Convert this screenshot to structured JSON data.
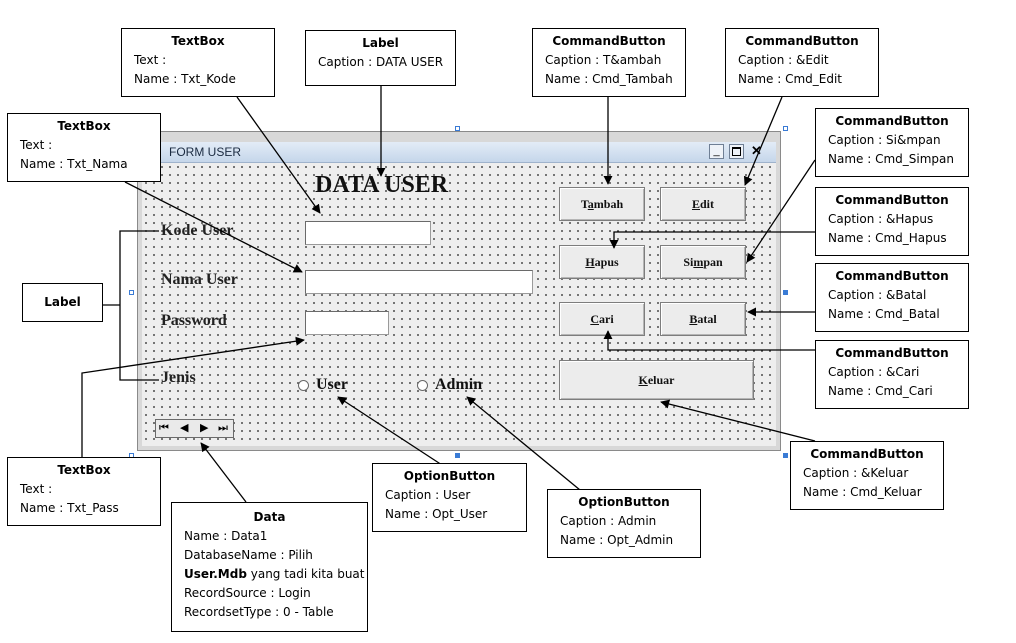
{
  "form": {
    "title": "FORM USER",
    "heading": "DATA USER",
    "labels": {
      "kode": "Kode User",
      "nama": "Nama User",
      "password": "Password",
      "jenis": "Jenis"
    },
    "buttons": {
      "tambah": "Tambah",
      "edit": "Edit",
      "hapus": "Hapus",
      "simpan": "Simpan",
      "cari": "Cari",
      "batal": "Batal",
      "keluar": "Keluar"
    },
    "options": {
      "user": "User",
      "admin": "Admin"
    },
    "window_buttons": {
      "minimize": "_",
      "close": "✕"
    }
  },
  "callouts": {
    "txt_kode": {
      "type": "TextBox",
      "line1": "Text :",
      "line2": "Name : Txt_Kode"
    },
    "lbl_title": {
      "type": "Label",
      "line1": "Caption : DATA USER"
    },
    "cmd_tambah": {
      "type": "CommandButton",
      "line1": "Caption : T&ambah",
      "line2": "Name  : Cmd_Tambah"
    },
    "cmd_edit": {
      "type": "CommandButton",
      "line1": "Caption : &Edit",
      "line2": "Name  : Cmd_Edit"
    },
    "txt_nama": {
      "type": "TextBox",
      "line1": "Text :",
      "line2": "Name : Txt_Nama"
    },
    "cmd_simpan": {
      "type": "CommandButton",
      "line1": "Caption : Si&mpan",
      "line2": "Name  : Cmd_Simpan"
    },
    "cmd_hapus": {
      "type": "CommandButton",
      "line1": "Caption : &Hapus",
      "line2": "Name  : Cmd_Hapus"
    },
    "lbl_group": {
      "type": "Label"
    },
    "cmd_batal": {
      "type": "CommandButton",
      "line1": "Caption : &Batal",
      "line2": "Name  : Cmd_Batal"
    },
    "cmd_cari": {
      "type": "CommandButton",
      "line1": "Caption : &Cari",
      "line2": "Name  : Cmd_Cari"
    },
    "cmd_keluar": {
      "type": "CommandButton",
      "line1": "Caption : &Keluar",
      "line2": "Name  : Cmd_Keluar"
    },
    "txt_pass": {
      "type": "TextBox",
      "line1": "Text :",
      "line2": "Name : Txt_Pass"
    },
    "data1": {
      "type": "Data",
      "line1": "Name : Data1",
      "line2": "DatabaseName : Pilih",
      "line3_bold": "User.Mdb",
      "line3_rest": " yang tadi kita buat",
      "line4": "RecordSource  :  Login",
      "line5": "RecordsetType : 0 - Table"
    },
    "opt_user": {
      "type": "OptionButton",
      "line1": "Caption : User",
      "line2": "Name  : Opt_User"
    },
    "opt_admin": {
      "type": "OptionButton",
      "line1": "Caption : Admin",
      "line2": "Name  : Opt_Admin"
    }
  },
  "colors": {
    "accent": "#3a7bd5",
    "form_bg": "#eeeeee"
  }
}
